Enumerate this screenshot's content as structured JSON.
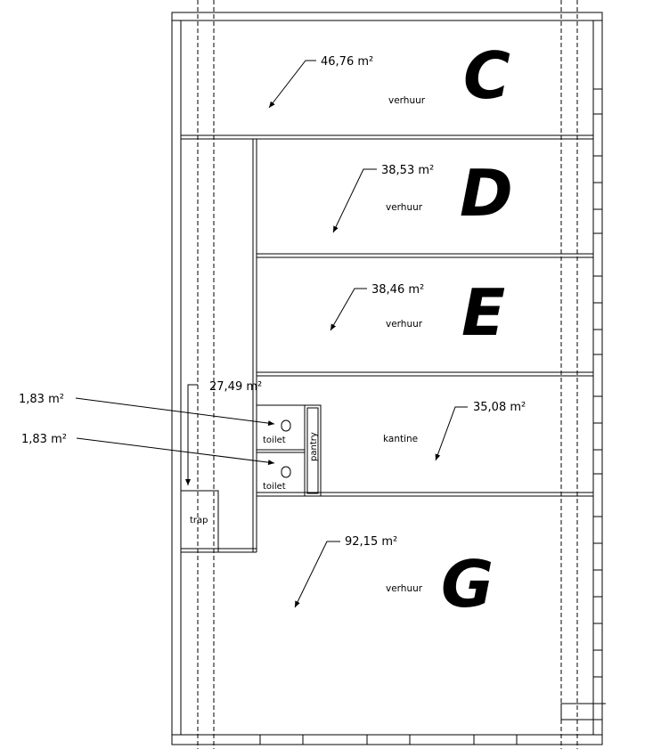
{
  "floorplan": {
    "units": [
      {
        "letter": "C",
        "area": "46,76 m²",
        "use": "verhuur"
      },
      {
        "letter": "D",
        "area": "38,53 m²",
        "use": "verhuur"
      },
      {
        "letter": "E",
        "area": "38,46 m²",
        "use": "verhuur"
      },
      {
        "letter": "G",
        "area": "92,15 m²",
        "use": "verhuur"
      }
    ],
    "corridor": {
      "area": "27,49 m²"
    },
    "canteen": {
      "area": "35,08 m²",
      "use": "kantine"
    },
    "toilets": [
      {
        "area": "1,83 m²",
        "label": "toilet"
      },
      {
        "area": "1,83 m²",
        "label": "toilet"
      }
    ],
    "pantry": "pantry",
    "stairs": "trap",
    "colors": {
      "line": "#000000",
      "background": "#ffffff"
    }
  }
}
